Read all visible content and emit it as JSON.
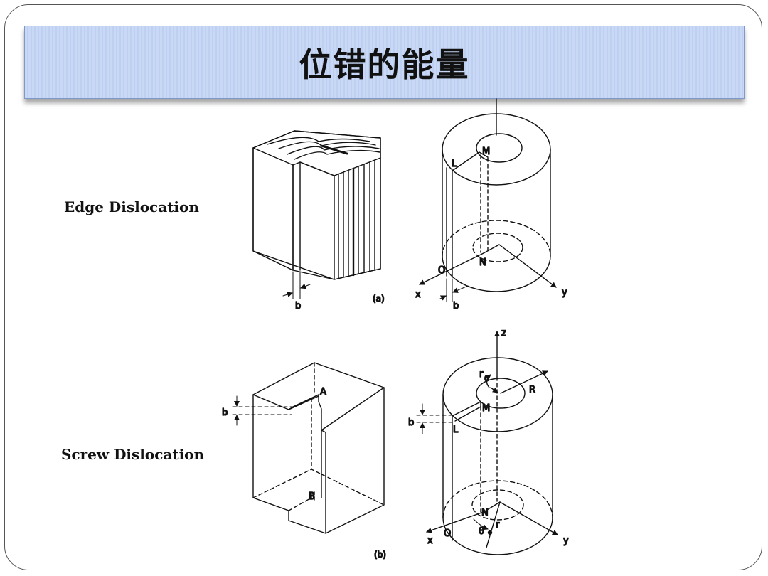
{
  "slide": {
    "title": "位错的能量",
    "row_labels": {
      "edge": "Edge Dislocation",
      "screw": "Screw Dislocation"
    }
  },
  "figure": {
    "caption_a": "(a)",
    "caption_b": "(b)",
    "labels": {
      "b": "b",
      "L": "L",
      "M": "M",
      "N": "N",
      "O": "O",
      "A": "A",
      "B": "B",
      "x": "x",
      "y": "y",
      "z": "z",
      "R": "R",
      "r0_main": "r",
      "r0_sub": "0",
      "r": "r",
      "theta": "θ"
    }
  }
}
